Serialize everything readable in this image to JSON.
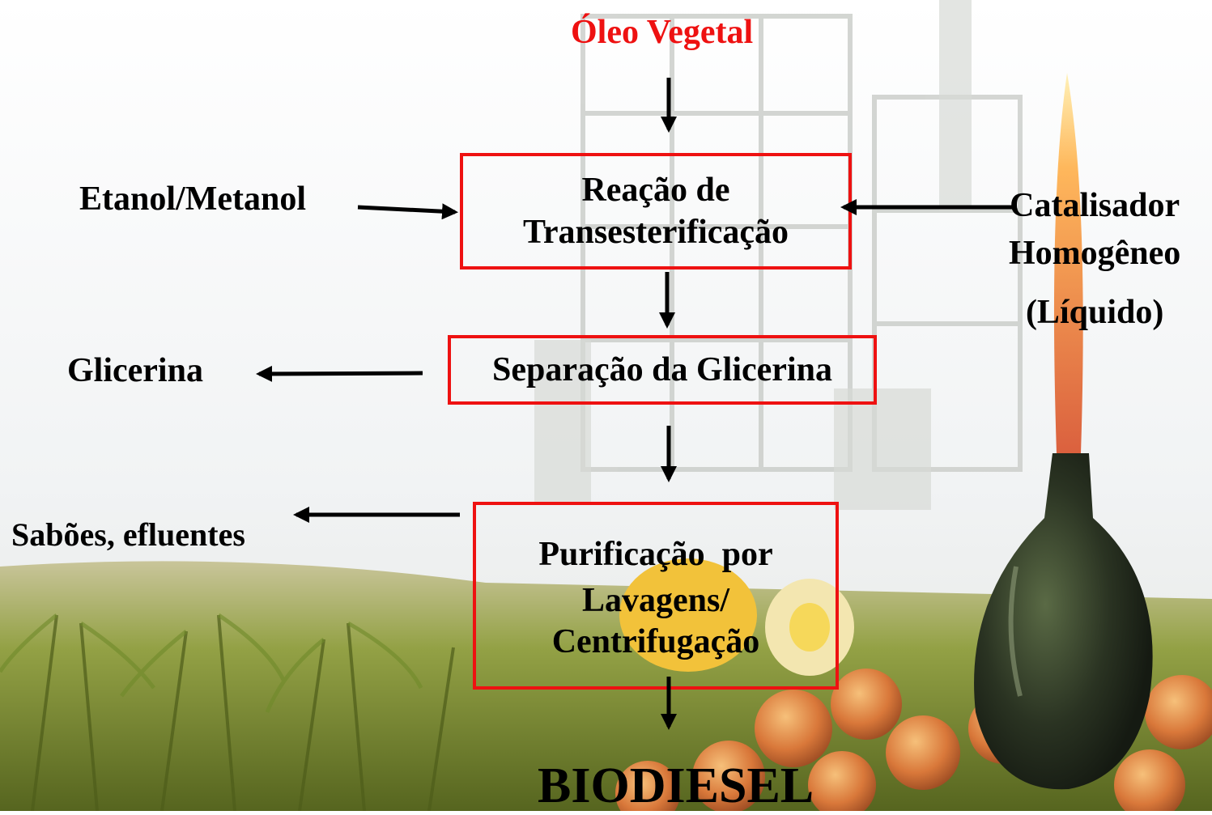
{
  "title": "Óleo Vegetal",
  "colors": {
    "title": "#ee1111",
    "box_border": "#ee1111",
    "sky": "#eef2f4",
    "field": "#7c8a30",
    "bottle": "#2d3a26",
    "flame": "#e66a2a"
  },
  "steps": {
    "reaction": [
      "Reação de",
      "Transesterificação"
    ],
    "separation": "Separação da Glicerina",
    "purification": [
      "Purificação  por",
      "Lavagens/",
      "Centrifugação"
    ]
  },
  "inputs": {
    "alcohol": "Etanol/Metanol",
    "catalyst": [
      "Catalisador",
      "Homogêneo",
      "(Líquido)"
    ]
  },
  "outputs": {
    "glycerin": "Glicerina",
    "waste": "Sabões, efluentes",
    "product": "BIODIESEL"
  }
}
